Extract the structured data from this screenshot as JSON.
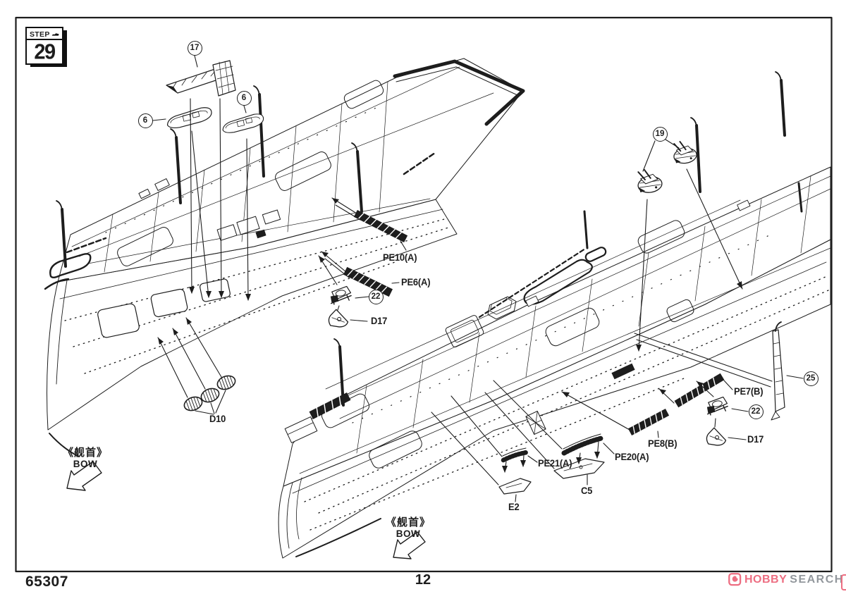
{
  "step_badge": {
    "label": "STEP",
    "number": "29"
  },
  "footer": {
    "kit_number": "65307",
    "page_number": "12"
  },
  "watermark": {
    "word1": "HOBBY",
    "word2": "SEARCH"
  },
  "colors": {
    "watermark_accent": "#ed6e82",
    "watermark_gray": "#92979c",
    "ink": "#1d1d1d"
  },
  "bow_markers": [
    {
      "chinese": "《舰首》",
      "english": "BOW"
    },
    {
      "chinese": "《舰首》",
      "english": "BOW"
    }
  ],
  "circled_refs": [
    {
      "ref": "17"
    },
    {
      "ref": "6"
    },
    {
      "ref": "6"
    },
    {
      "ref": "19"
    },
    {
      "ref": "22"
    },
    {
      "ref": "25"
    },
    {
      "ref": "22"
    }
  ],
  "part_labels": [
    {
      "text": "PE10(A)"
    },
    {
      "text": "PE6(A)"
    },
    {
      "text": "D17"
    },
    {
      "text": "D10"
    },
    {
      "text": "PE7(B)"
    },
    {
      "text": "D17"
    },
    {
      "text": "PE8(B)"
    },
    {
      "text": "PE20(A)"
    },
    {
      "text": "PE21(A)"
    },
    {
      "text": "C5"
    },
    {
      "text": "E2"
    }
  ]
}
